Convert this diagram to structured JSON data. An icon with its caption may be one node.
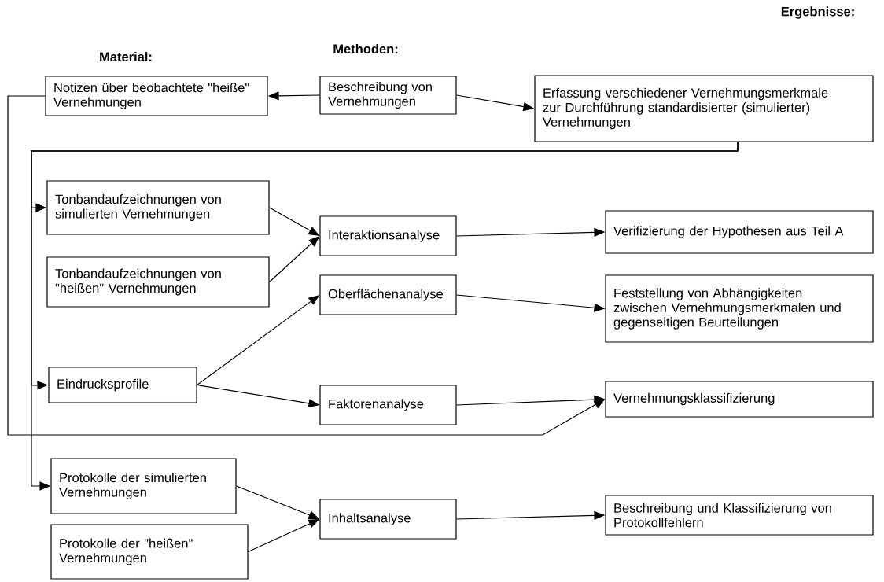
{
  "diagram": {
    "nodes": [
      {
        "text": [
          "Notizen über beobachtete \"heiße\" Vernehmungen"
        ]
      },
      {
        "text": [
          "Beschreibung von Vernehmungen"
        ]
      },
      {
        "text": [
          "Erfassung verschiedener Vernehmungsmerkmale zur Durchführung standardisierter (simulierter) Vernehmungen"
        ]
      },
      {
        "text": [
          "Tonbandaufzeichnungen von simulierten Vernehmungen"
        ]
      },
      {
        "text": [
          "Interaktionsanalyse"
        ]
      },
      {
        "text": [
          "Verifizierung der Hypothesen aus Teil A"
        ]
      },
      {
        "text": [
          "Tonbandaufzeichnungen von \"heißen\" Vernehmungen"
        ]
      },
      {
        "text": [
          "Feststellung von Abhängigkeiten zwischen Vernehmungsmerkmalen und gegenseitigen Beurteilungen"
        ]
      },
      {
        "text": [
          "Oberflächenanalyse"
        ]
      },
      {
        "text": [
          "Eindrucksprofile"
        ]
      },
      {
        "text": [
          "Faktorenanalyse"
        ]
      },
      {
        "text": [
          "Vernehmungsklassifizierung"
        ]
      },
      {
        "text": [
          "Protokolle der simulierten Vernehmungen"
        ]
      },
      {
        "text": [
          "Inhaltsanalyse"
        ]
      },
      {
        "text": [
          "Beschreibung und Klassifizierung von Protokollfehlern"
        ]
      },
      {
        "text": [
          "Protokolle der \"heißen\" Vernehmungen"
        ]
      }
    ],
    "edges": [
      {
        "from": 1,
        "to": 0,
        "arrow": "to"
      },
      {
        "from": 1,
        "to": 2,
        "arrow": "to"
      },
      {
        "from": 2,
        "to": 3,
        "arrow": "to"
      },
      {
        "from": 2,
        "to": 9,
        "arrow": "to"
      },
      {
        "from": 2,
        "to": 12,
        "arrow": "to"
      },
      {
        "from": 0,
        "to": 11,
        "arrow": "to"
      },
      {
        "from": 3,
        "to": 4,
        "arrow": "to"
      },
      {
        "from": 6,
        "to": 4,
        "arrow": "to"
      },
      {
        "from": 4,
        "to": 5,
        "arrow": "to"
      },
      {
        "from": 9,
        "to": 8,
        "arrow": "to"
      },
      {
        "from": 9,
        "to": 10,
        "arrow": "to"
      },
      {
        "from": 8,
        "to": 7,
        "arrow": "to"
      },
      {
        "from": 10,
        "to": 11,
        "arrow": "to"
      },
      {
        "from": 12,
        "to": 13,
        "arrow": "to"
      },
      {
        "from": 15,
        "to": 13,
        "arrow": "to"
      },
      {
        "from": 13,
        "to": 14,
        "arrow": "to"
      }
    ],
    "labels": [
      "Ergebnisse:",
      "Material:",
      "Methoden:"
    ]
  }
}
